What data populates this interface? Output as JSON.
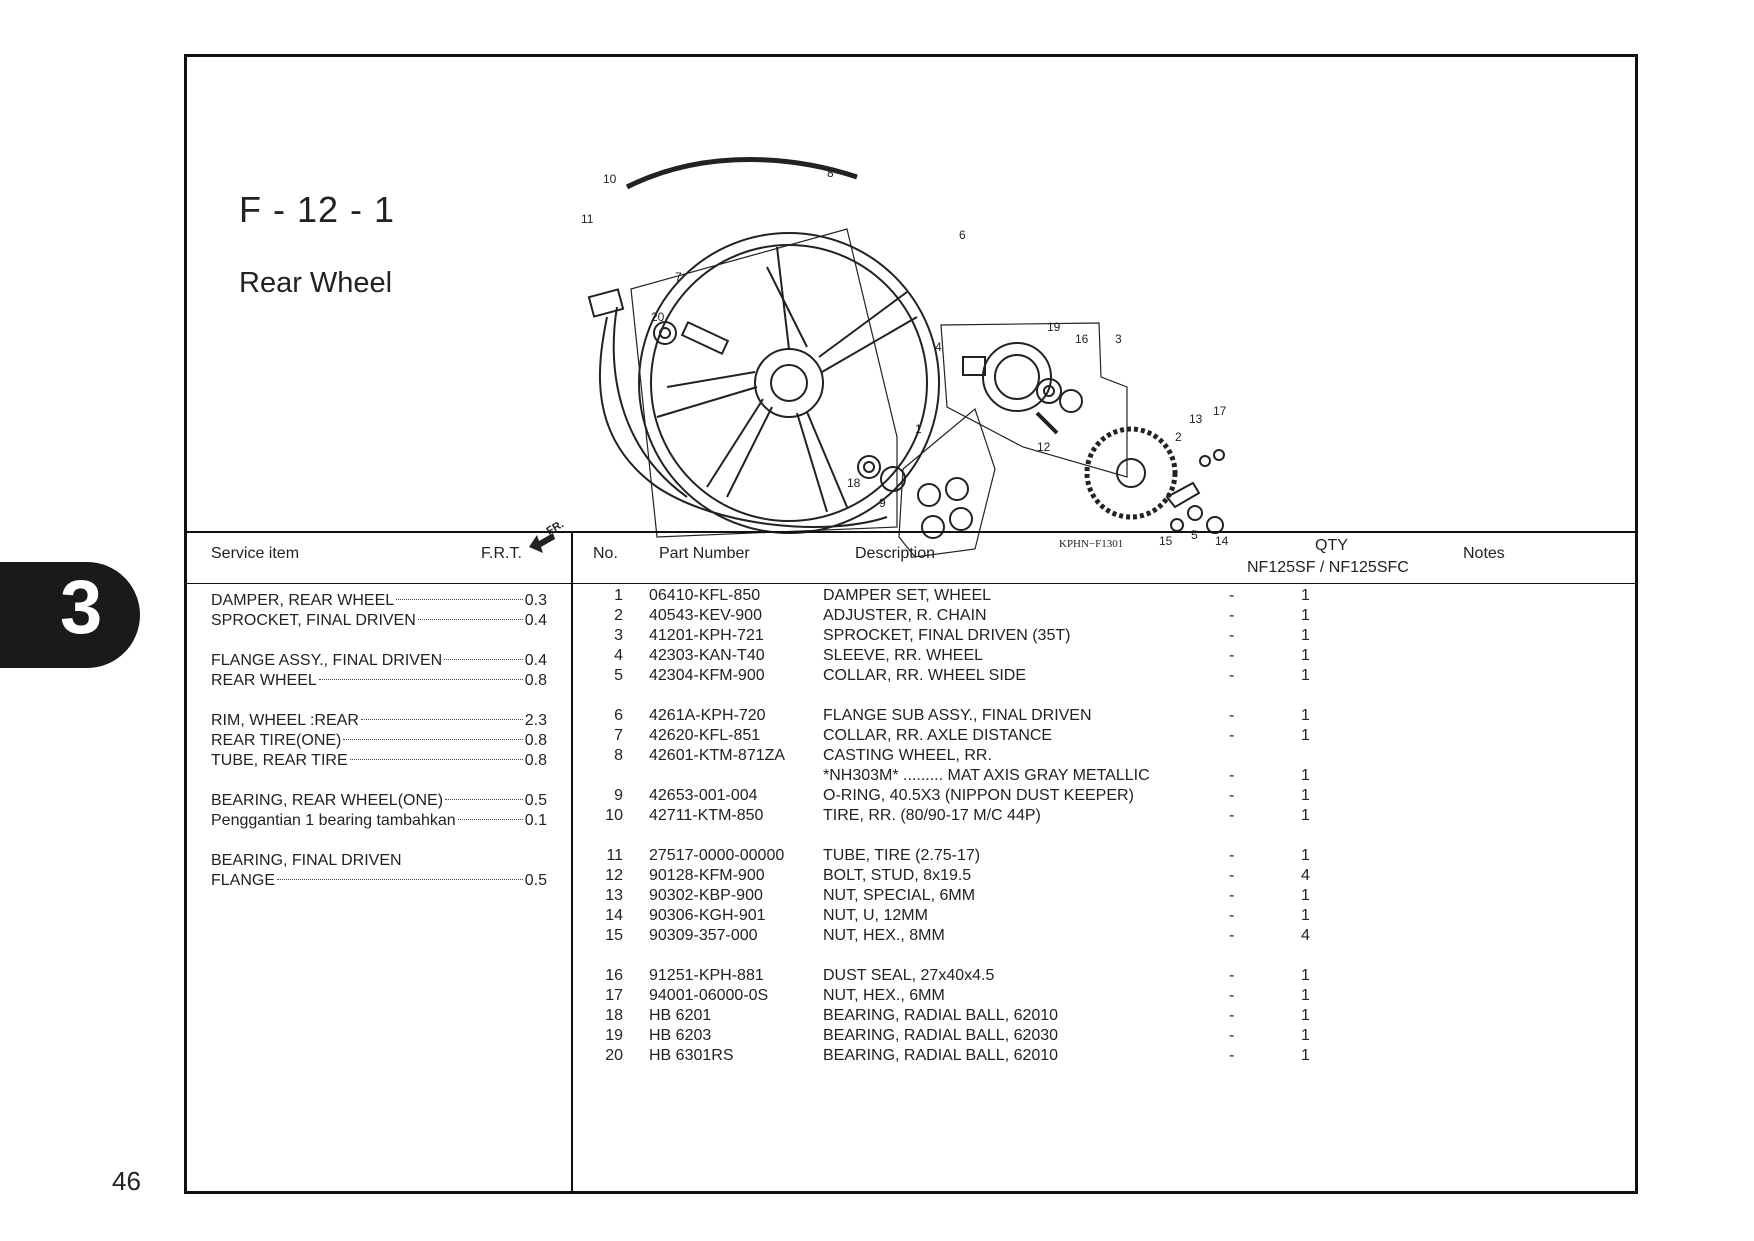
{
  "page": {
    "number": "46",
    "section_tab": "3"
  },
  "title": {
    "code": "F - 12 - 1",
    "name": "Rear Wheel"
  },
  "diagram": {
    "ref": "KPHN−F1301",
    "fr_label": "FR.",
    "callouts": [
      "10",
      "8",
      "11",
      "7",
      "6",
      "20",
      "19",
      "16",
      "3",
      "4",
      "17",
      "13",
      "12",
      "2",
      "1",
      "18",
      "9",
      "15",
      "5",
      "14"
    ]
  },
  "headers": {
    "service_item": "Service item",
    "frt": "F.R.T.",
    "no": "No.",
    "part_number": "Part Number",
    "description": "Description",
    "qty": "QTY",
    "models": "NF125SF / NF125SFC",
    "notes": "Notes"
  },
  "service_groups": [
    [
      {
        "item": "DAMPER, REAR WHEEL",
        "frt": "0.3"
      },
      {
        "item": "SPROCKET, FINAL DRIVEN",
        "frt": "0.4"
      }
    ],
    [
      {
        "item": "FLANGE ASSY., FINAL DRIVEN",
        "frt": "0.4"
      },
      {
        "item": "REAR WHEEL",
        "frt": "0.8"
      }
    ],
    [
      {
        "item": "RIM, WHEEL :REAR",
        "frt": "2.3"
      },
      {
        "item": "REAR TIRE(ONE)",
        "frt": "0.8"
      },
      {
        "item": "TUBE, REAR TIRE",
        "frt": "0.8"
      }
    ],
    [
      {
        "item": "BEARING, REAR WHEEL(ONE)",
        "frt": "0.5"
      },
      {
        "item": "Penggantian 1 bearing tambahkan",
        "frt": "0.1"
      }
    ],
    [
      {
        "item": "BEARING, FINAL DRIVEN",
        "frt": ""
      },
      {
        "item": "FLANGE",
        "frt": "0.5"
      }
    ]
  ],
  "parts_groups": [
    [
      {
        "no": "1",
        "pn": "06410-KFL-850",
        "desc": "DAMPER SET, WHEEL",
        "q1": "-",
        "q2": "1"
      },
      {
        "no": "2",
        "pn": "40543-KEV-900",
        "desc": "ADJUSTER, R. CHAIN",
        "q1": "-",
        "q2": "1"
      },
      {
        "no": "3",
        "pn": "41201-KPH-721",
        "desc": "SPROCKET, FINAL DRIVEN (35T)",
        "q1": "-",
        "q2": "1"
      },
      {
        "no": "4",
        "pn": "42303-KAN-T40",
        "desc": "SLEEVE, RR. WHEEL",
        "q1": "-",
        "q2": "1"
      },
      {
        "no": "5",
        "pn": "42304-KFM-900",
        "desc": "COLLAR, RR. WHEEL SIDE",
        "q1": "-",
        "q2": "1"
      }
    ],
    [
      {
        "no": "6",
        "pn": "4261A-KPH-720",
        "desc": "FLANGE SUB ASSY., FINAL DRIVEN",
        "q1": "-",
        "q2": "1"
      },
      {
        "no": "7",
        "pn": "42620-KFL-851",
        "desc": "COLLAR, RR. AXLE DISTANCE",
        "q1": "-",
        "q2": "1"
      },
      {
        "no": "8",
        "pn": "42601-KTM-871ZA",
        "desc": "CASTING WHEEL, RR.",
        "q1": "",
        "q2": ""
      },
      {
        "no": "",
        "pn": "",
        "desc": "  *NH303M* ......... MAT AXIS GRAY METALLIC",
        "q1": "-",
        "q2": "1"
      },
      {
        "no": "9",
        "pn": "42653-001-004",
        "desc": "O-RING, 40.5X3 (NIPPON DUST KEEPER)",
        "q1": "-",
        "q2": "1"
      },
      {
        "no": "10",
        "pn": "42711-KTM-850",
        "desc": "TIRE, RR. (80/90-17 M/C 44P)",
        "q1": "-",
        "q2": "1"
      }
    ],
    [
      {
        "no": "11",
        "pn": "27517-0000-00000",
        "desc": "TUBE, TIRE (2.75-17)",
        "q1": "-",
        "q2": "1"
      },
      {
        "no": "12",
        "pn": "90128-KFM-900",
        "desc": "BOLT, STUD, 8x19.5",
        "q1": "-",
        "q2": "4"
      },
      {
        "no": "13",
        "pn": "90302-KBP-900",
        "desc": "NUT, SPECIAL, 6MM",
        "q1": "-",
        "q2": "1"
      },
      {
        "no": "14",
        "pn": "90306-KGH-901",
        "desc": "NUT, U, 12MM",
        "q1": "-",
        "q2": "1"
      },
      {
        "no": "15",
        "pn": "90309-357-000",
        "desc": "NUT, HEX., 8MM",
        "q1": "-",
        "q2": "4"
      }
    ],
    [
      {
        "no": "16",
        "pn": "91251-KPH-881",
        "desc": "DUST SEAL, 27x40x4.5",
        "q1": "-",
        "q2": "1"
      },
      {
        "no": "17",
        "pn": "94001-06000-0S",
        "desc": "NUT, HEX., 6MM",
        "q1": "-",
        "q2": "1"
      },
      {
        "no": "18",
        "pn": "HB 6201",
        "desc": "BEARING, RADIAL BALL, 62010",
        "q1": "-",
        "q2": "1"
      },
      {
        "no": "19",
        "pn": "HB 6203",
        "desc": "BEARING, RADIAL BALL, 62030",
        "q1": "-",
        "q2": "1"
      },
      {
        "no": "20",
        "pn": "HB 6301RS",
        "desc": "BEARING, RADIAL BALL, 62010",
        "q1": "-",
        "q2": "1"
      }
    ]
  ]
}
